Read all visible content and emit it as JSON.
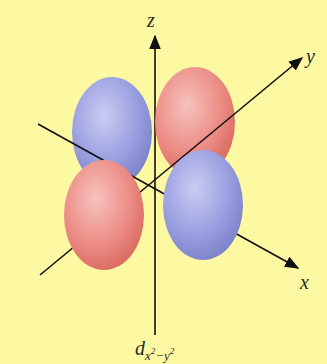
{
  "diagram": {
    "labels": [
      "z",
      "y",
      "x",
      "d",
      "x",
      "2",
      "−y",
      "2"
    ]
  }
}
